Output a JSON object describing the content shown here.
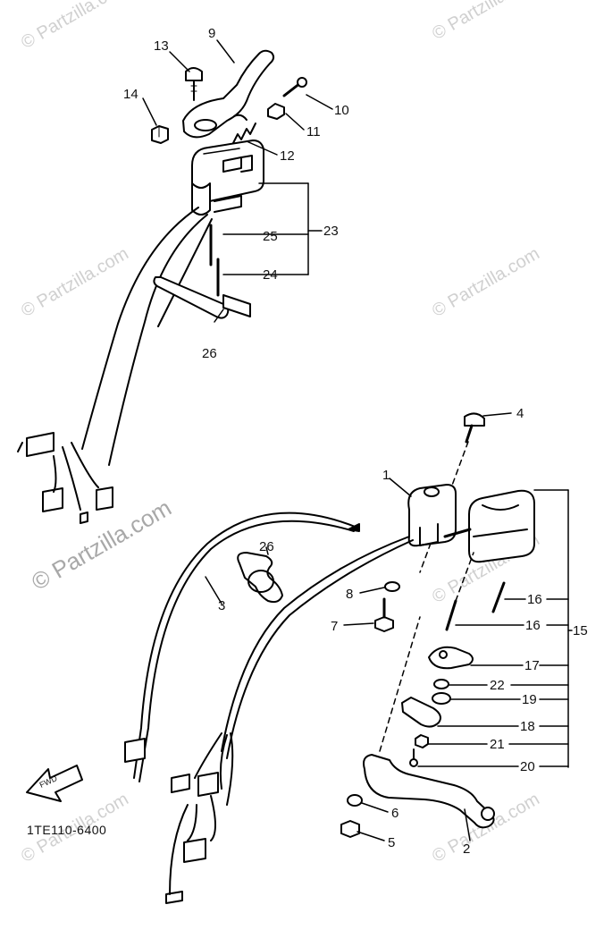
{
  "watermark": "© Partzilla.com",
  "figure_reference": "1TE110-6400",
  "direction_arrow": "FWD",
  "callouts": {
    "c1": "1",
    "c2": "2",
    "c3": "3",
    "c4": "4",
    "c5": "5",
    "c6": "6",
    "c7": "7",
    "c8": "8",
    "c9": "9",
    "c10": "10",
    "c11": "11",
    "c12": "12",
    "c13": "13",
    "c14": "14",
    "c15": "15",
    "c16a": "16",
    "c16b": "16",
    "c17": "17",
    "c18": "18",
    "c19": "19",
    "c20": "20",
    "c21": "21",
    "c22": "22",
    "c23": "23",
    "c24": "24",
    "c25": "25",
    "c26a": "26",
    "c26b": "26"
  }
}
